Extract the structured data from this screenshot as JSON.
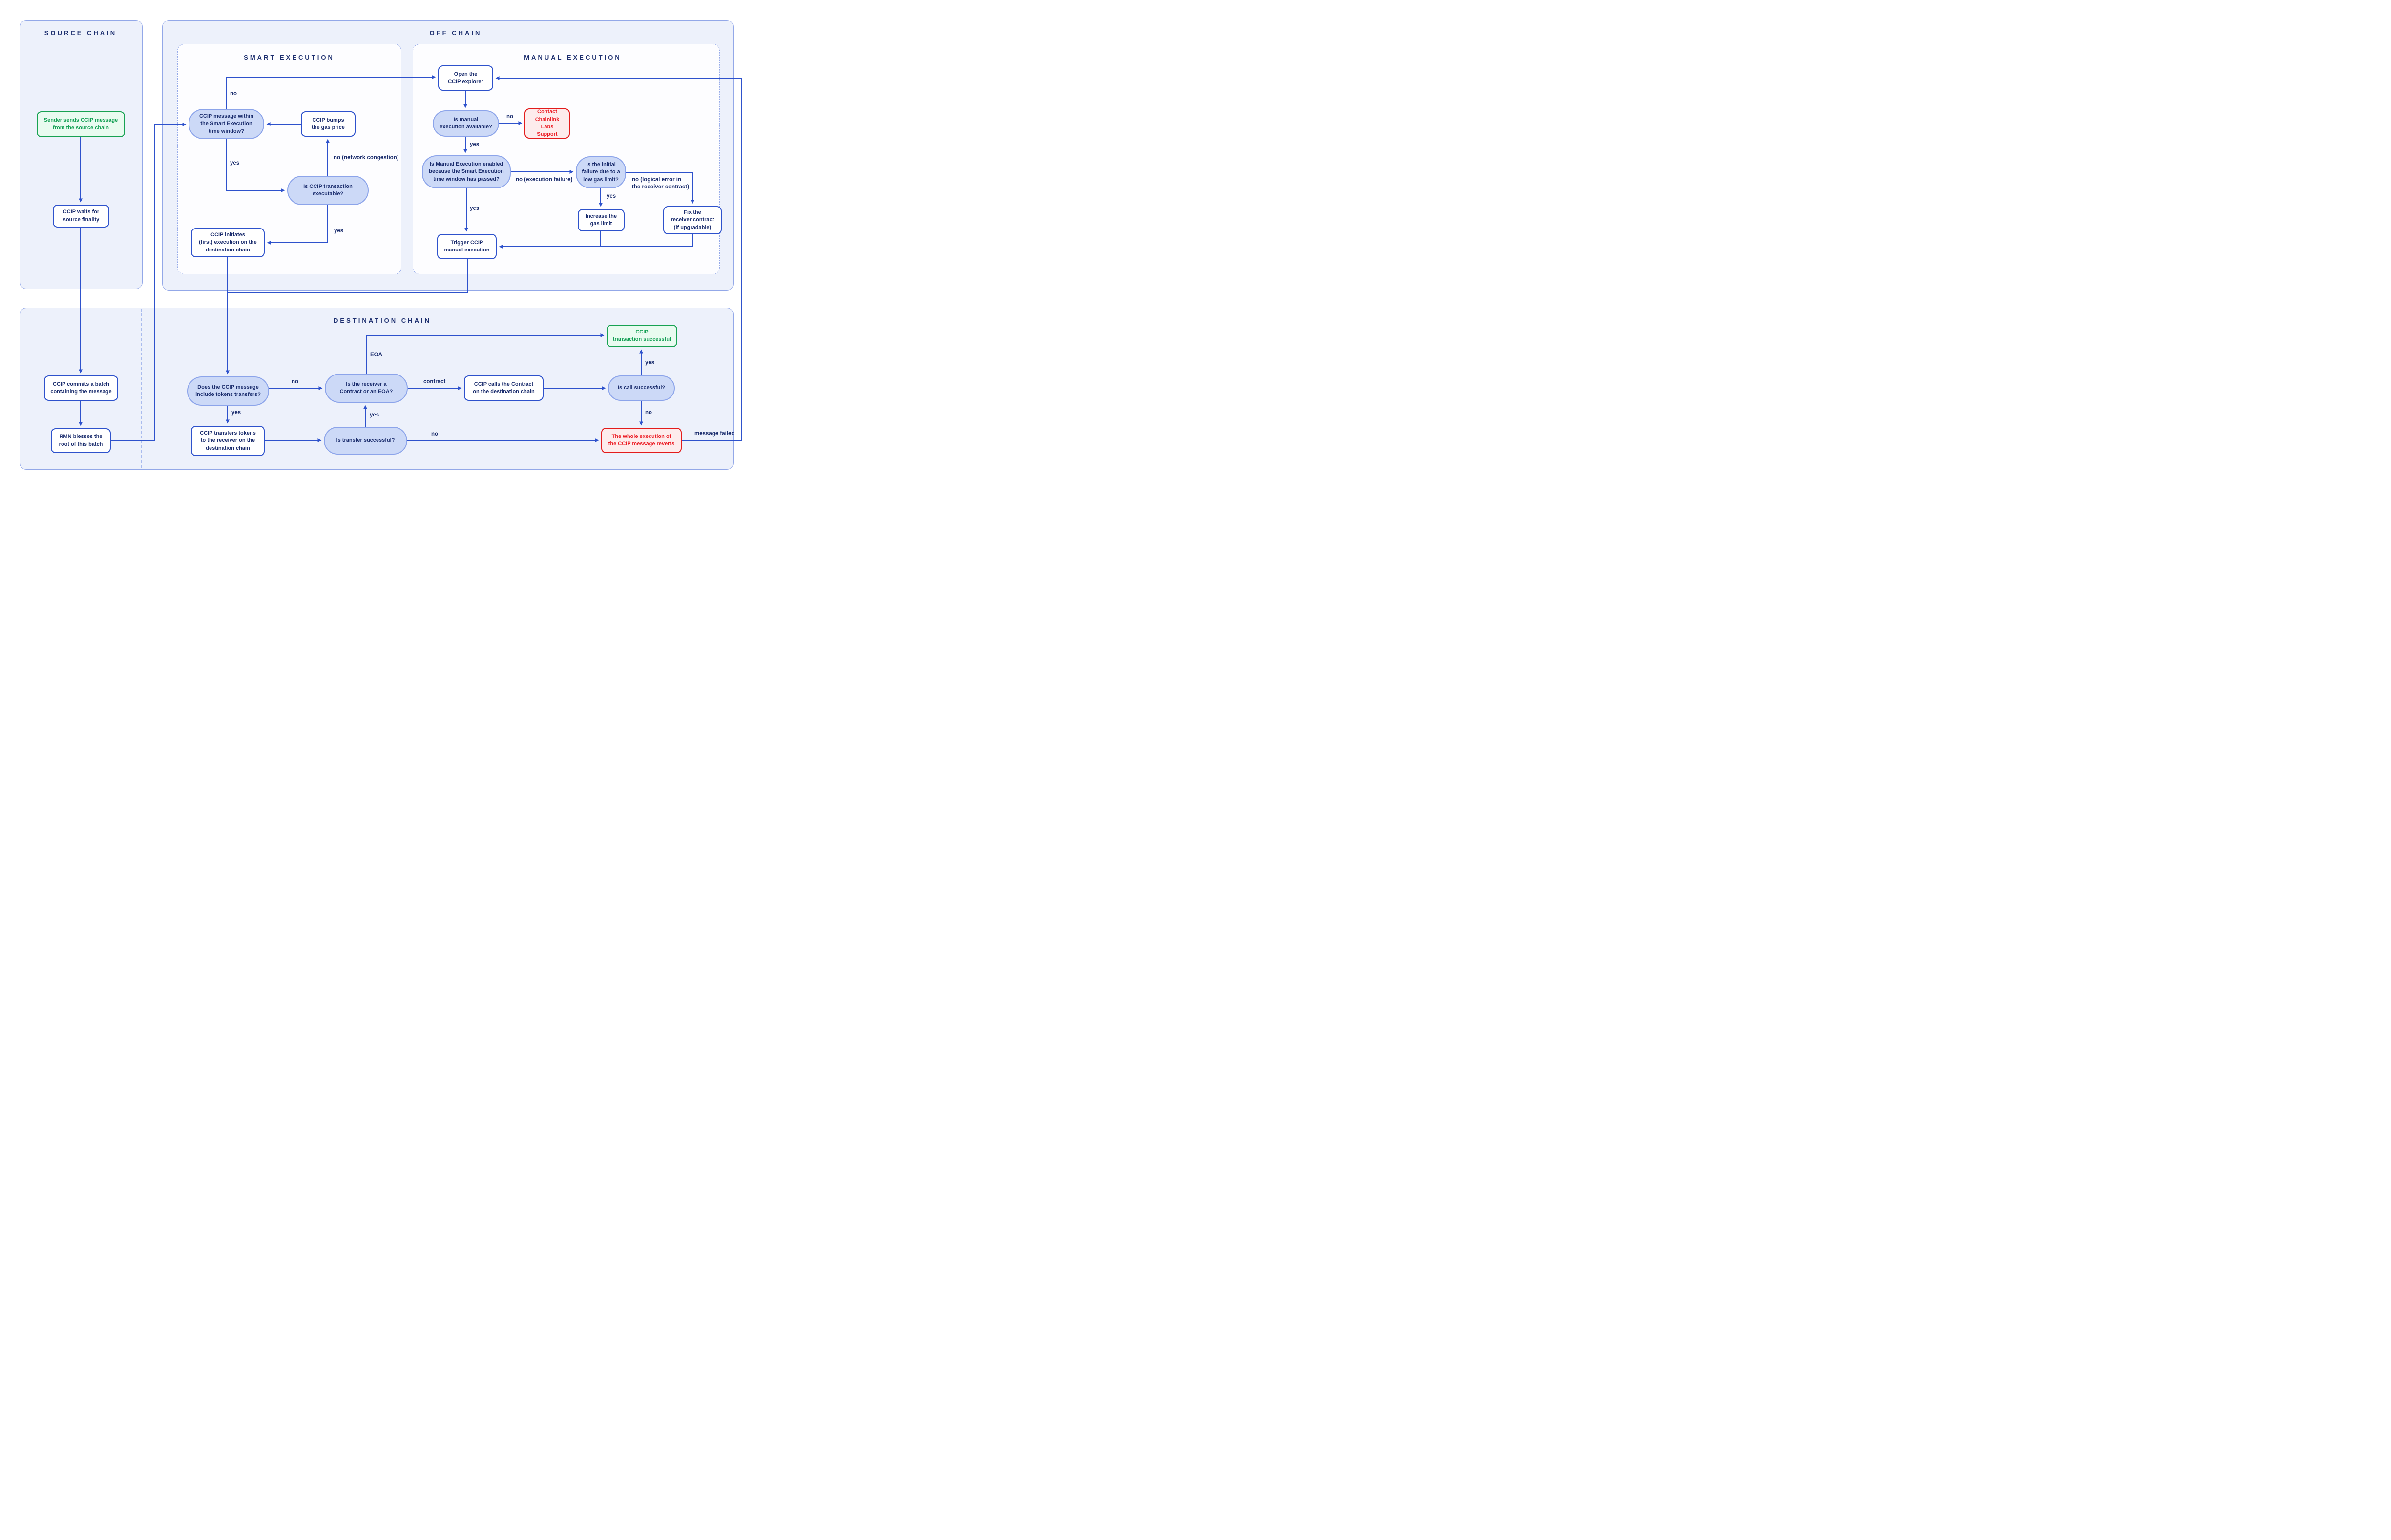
{
  "colors": {
    "arrow": "#2e52cc",
    "panel_fill": "#edf1fb",
    "panel_border": "#93a8e8",
    "decision_fill": "#ccd9f7",
    "navy_text": "#1c2e6e",
    "success_green": "#18a252",
    "danger_red": "#e31c1c"
  },
  "panels": {
    "source": {
      "title": "SOURCE CHAIN"
    },
    "off": {
      "title": "OFF CHAIN"
    },
    "smart": {
      "title": "SMART EXECUTION"
    },
    "manual": {
      "title": "MANUAL EXECUTION"
    },
    "destination": {
      "title": "DESTINATION CHAIN"
    }
  },
  "nodes": {
    "sender": {
      "text": "Sender sends CCIP message\nfrom the source chain",
      "kind": "success"
    },
    "waits": {
      "text": "CCIP waits for\nsource finality",
      "kind": "process"
    },
    "commits": {
      "text": "CCIP commits a batch\ncontaining the message",
      "kind": "process"
    },
    "rmn": {
      "text": "RMN blesses the\nroot of this batch",
      "kind": "process"
    },
    "within": {
      "text": "CCIP message within\nthe Smart Execution\ntime window?",
      "kind": "decision"
    },
    "bumps": {
      "text": "CCIP bumps\nthe gas price",
      "kind": "process"
    },
    "executable": {
      "text": "Is CCIP transaction\nexecutable?",
      "kind": "decision"
    },
    "initiates": {
      "text": "CCIP initiates\n(first) execution on the\ndestination chain",
      "kind": "process"
    },
    "explorer": {
      "text": "Open the\nCCIP explorer",
      "kind": "process"
    },
    "avail": {
      "text": "Is manual\nexecution available?",
      "kind": "decision"
    },
    "contact": {
      "text": "Contact\nChainlink Labs\nSupport",
      "kind": "danger"
    },
    "enabled": {
      "text": "Is Manual Execution enabled\nbecause the Smart Execution\ntime window has passed?",
      "kind": "decision"
    },
    "initial": {
      "text": "Is the initial\nfailure due to a\nlow gas limit?",
      "kind": "decision"
    },
    "increase": {
      "text": "Increase the\ngas limit",
      "kind": "process"
    },
    "fix": {
      "text": "Fix the\nreceiver contract\n(if upgradable)",
      "kind": "process"
    },
    "trigger": {
      "text": "Trigger CCIP\nmanual execution",
      "kind": "process"
    },
    "does_include": {
      "text": "Does the CCIP message\ninclude tokens transfers?",
      "kind": "decision"
    },
    "receiver": {
      "text": "Is the receiver a\nContract or an EOA?",
      "kind": "decision"
    },
    "calls": {
      "text": "CCIP calls the Contract\non the destination chain",
      "kind": "process"
    },
    "is_call": {
      "text": "Is call successful?",
      "kind": "decision"
    },
    "success": {
      "text": "CCIP\ntransaction successful",
      "kind": "success"
    },
    "transfers": {
      "text": "CCIP transfers tokens\nto the receiver on the\ndestination chain",
      "kind": "process"
    },
    "is_transfer": {
      "text": "Is transfer successful?",
      "kind": "decision"
    },
    "revert": {
      "text": "The whole execution of\nthe CCIP message reverts",
      "kind": "danger"
    }
  },
  "labels": {
    "no_smart": {
      "text": "no"
    },
    "yes_smart": {
      "text": "yes"
    },
    "no_congestion": {
      "text": "no (network congestion)"
    },
    "yes_executable": {
      "text": "yes"
    },
    "no_avail": {
      "text": "no"
    },
    "yes_avail": {
      "text": "yes"
    },
    "no_exec_failure": {
      "text": "no (execution failure)"
    },
    "yes_enabled": {
      "text": "yes"
    },
    "yes_initial": {
      "text": "yes"
    },
    "no_logical": {
      "text": "no (logical error in\nthe receiver contract)"
    },
    "eoa": {
      "text": "EOA"
    },
    "no_tokens": {
      "text": "no"
    },
    "yes_tokens": {
      "text": "yes"
    },
    "contract": {
      "text": "contract"
    },
    "yes_call": {
      "text": "yes"
    },
    "no_call": {
      "text": "no"
    },
    "yes_transfer": {
      "text": "yes"
    },
    "no_transfer": {
      "text": "no"
    },
    "message_failed": {
      "text": "message failed"
    }
  }
}
